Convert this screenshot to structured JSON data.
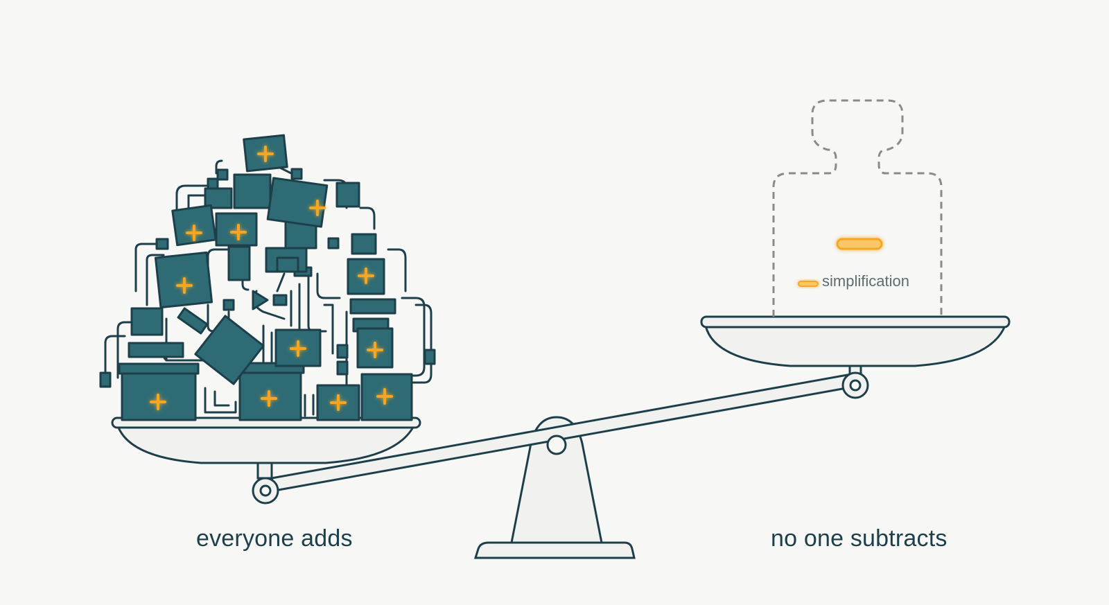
{
  "labels": {
    "left_caption": "everyone adds",
    "right_caption": "no one subtracts",
    "weight_label": "simplification"
  },
  "icons": {
    "plus": "plus-icon",
    "minus": "minus-icon"
  },
  "colors": {
    "ink": "#1d3f4a",
    "teal": "#2e6b74",
    "accent": "#f5a623",
    "dashed": "#8a8a8a",
    "pan": "#f1f1ef",
    "background": "#f7f7f6"
  }
}
